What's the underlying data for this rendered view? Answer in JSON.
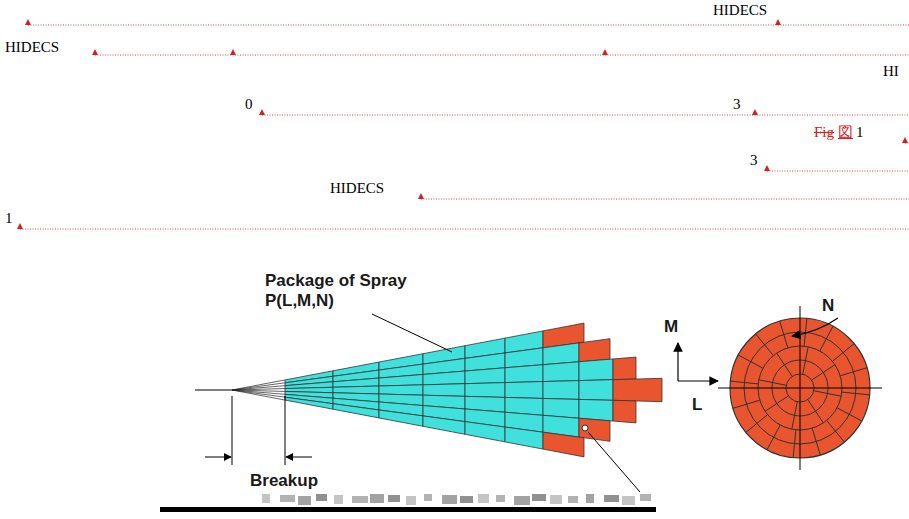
{
  "diagram": {
    "labels": [
      "HIDECS",
      "HIDECS",
      "HI",
      "0",
      "3",
      "Fig",
      "図",
      "1",
      "3",
      "HIDECS",
      "1",
      "Package of Spray",
      "P(L,M,N)",
      "M",
      "N",
      "L",
      "Breakup"
    ]
  }
}
